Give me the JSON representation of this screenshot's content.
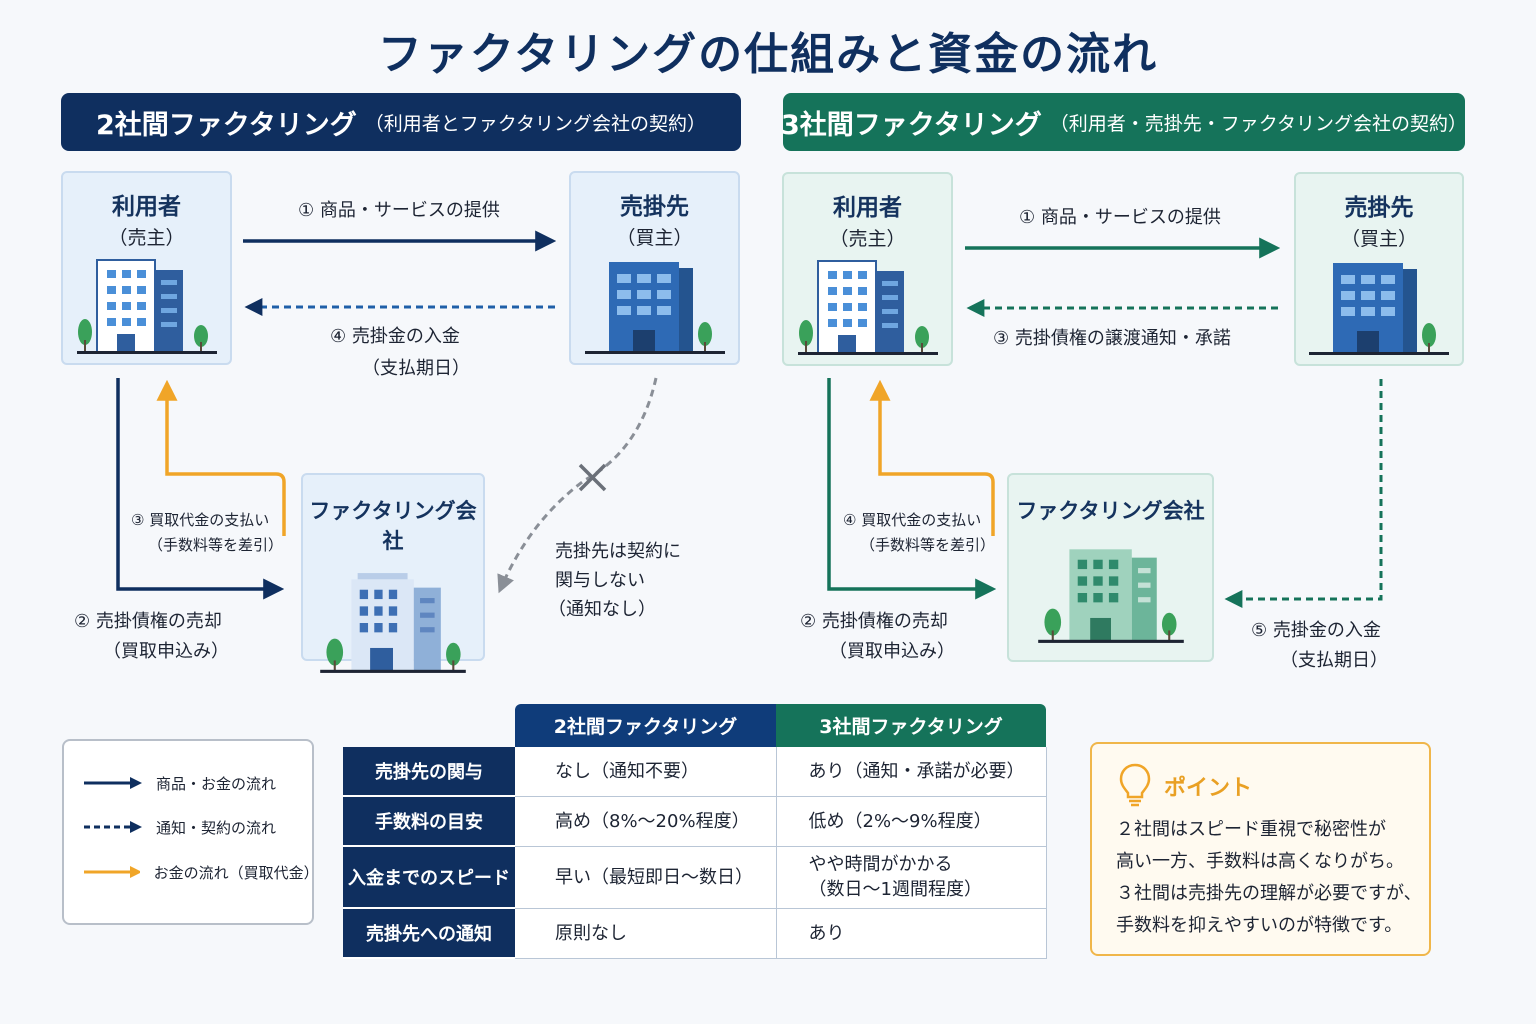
{
  "title": "ファクタリングの仕組みと資金の流れ",
  "two_party": {
    "heading": "2社間ファクタリング",
    "heading_sub": "（利用者とファクタリング会社の契約）",
    "user_name": "利用者",
    "user_role": "（売主）",
    "buyer_name": "売掛先",
    "buyer_role": "（買主）",
    "factor_name": "ファクタリング会社",
    "step1": "① 商品・サービスの提供",
    "step4_line1": "④ 売掛金の入金",
    "step4_line2": "（支払期日）",
    "step3_line1": "③ 買取代金の支払い",
    "step3_line2": "（手数料等を差引）",
    "step2_line1": "② 売掛債権の売却",
    "step2_line2": "（買取申込み）",
    "note_line1": "売掛先は契約に",
    "note_line2": "関与しない",
    "note_line3": "（通知なし）"
  },
  "three_party": {
    "heading": "3社間ファクタリング",
    "heading_sub": "（利用者・売掛先・ファクタリング会社の契約）",
    "user_name": "利用者",
    "user_role": "（売主）",
    "buyer_name": "売掛先",
    "buyer_role": "（買主）",
    "factor_name": "ファクタリング会社",
    "step1": "① 商品・サービスの提供",
    "step3": "③ 売掛債権の譲渡通知・承諾",
    "step4_line1": "④ 買取代金の支払い",
    "step4_line2": "（手数料等を差引）",
    "step2_line1": "② 売掛債権の売却",
    "step2_line2": "（買取申込み）",
    "step5_line1": "⑤ 売掛金の入金",
    "step5_line2": "（支払期日）"
  },
  "legend": {
    "goods_money": "商品・お金の流れ",
    "notice_contract": "通知・契約の流れ",
    "money_purchase": "お金の流れ（買取代金）"
  },
  "table": {
    "col1": "2社間ファクタリング",
    "col2": "3社間ファクタリング",
    "rows": [
      {
        "label": "売掛先の関与",
        "two": "なし（通知不要）",
        "three": "あり（通知・承諾が必要）"
      },
      {
        "label": "手数料の目安",
        "two": "高め（8%〜20%程度）",
        "three": "低め（2%〜9%程度）"
      },
      {
        "label": "入金までのスピード",
        "two": "早い（最短即日〜数日）",
        "three": "やや時間がかかる",
        "three_line2": "（数日〜1週間程度）"
      },
      {
        "label": "売掛先への通知",
        "two": "原則なし",
        "three": "あり"
      }
    ]
  },
  "point": {
    "heading": "ポイント",
    "line1": "２社間はスピード重視で秘密性が",
    "line2": "高い一方、手数料は高くなりがち。",
    "line3": "３社間は売掛先の理解が必要ですが、",
    "line4": "手数料を抑えやすいのが特徴です。"
  },
  "colors": {
    "navy": "#0f2f5f",
    "green": "#15735a",
    "orange": "#f0a528",
    "gray": "#8a8f97"
  }
}
